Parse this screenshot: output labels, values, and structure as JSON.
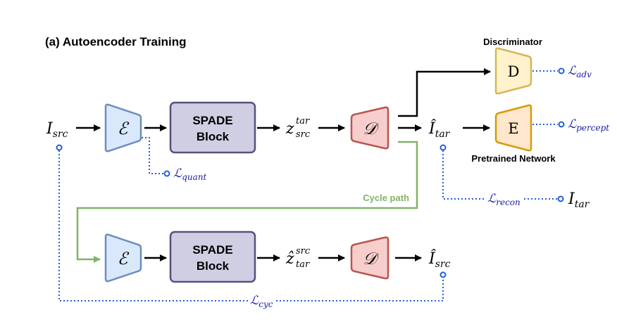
{
  "title": "(a) Autoencoder Training",
  "labels": {
    "discriminator": "Discriminator",
    "pretrained_network": "Pretrained Network",
    "cycle_path": "Cycle path",
    "spade_line1": "SPADE",
    "spade_line2": "Block"
  },
  "symbols": {
    "encoder": "ℰ",
    "decoder": "𝒟",
    "discriminator": "D",
    "pretrained": "E",
    "I": "I",
    "I_hat": "Î",
    "z": "z",
    "z_hat": "ẑ",
    "L": "ℒ"
  },
  "subscripts": {
    "src": "src",
    "tar": "tar",
    "quant": "quant",
    "adv": "adv",
    "percept": "percept",
    "recon": "recon",
    "cyc": "cyc"
  },
  "colors": {
    "encoder_fill": "#dae8fc",
    "encoder_stroke": "#6c8ebf",
    "decoder_fill": "#f8cecc",
    "decoder_stroke": "#b85450",
    "spade_fill": "#d0cee2",
    "spade_stroke": "#56517e",
    "disc_fill": "#fff2cc",
    "disc_stroke": "#d6b656",
    "pretrained_fill": "#ffe6cc",
    "pretrained_stroke": "#d79b00",
    "loss_blue": "#1a1aa6",
    "dotted_blue": "#1f5fd6",
    "cycle_green": "#82b366"
  }
}
